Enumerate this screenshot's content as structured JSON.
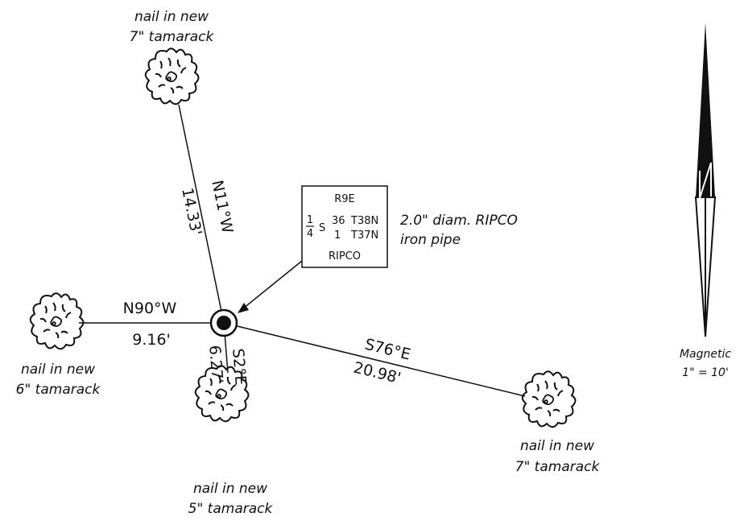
{
  "trees": {
    "top": {
      "line1": "nail in new",
      "line2": "7\" tamarack"
    },
    "left": {
      "line1": "nail in new",
      "line2": "6\" tamarack"
    },
    "bottom": {
      "line1": "nail in new",
      "line2": "5\" tamarack"
    },
    "right": {
      "line1": "nail in new",
      "line2": "7\" tamarack"
    }
  },
  "ties": {
    "north": {
      "bearing": "N11°W",
      "distance": "14.33'"
    },
    "west": {
      "bearing": "N90°W",
      "distance": "9.16'"
    },
    "south": {
      "bearing": "S2°E",
      "distance": "6.27'"
    },
    "east": {
      "bearing": "S76°E",
      "distance": "20.98'"
    }
  },
  "corner_box": {
    "range": "R9E",
    "frac_num": "1",
    "frac_den": "4",
    "s": "S",
    "sec_a": "36",
    "twp_a": "T38N",
    "sec_b": "1",
    "twp_b": "T37N",
    "maker": "RIPCO"
  },
  "monument": {
    "line1": "2.0\" diam. RIPCO",
    "line2": "iron pipe"
  },
  "north_arrow": {
    "label": "Magnetic",
    "scale": "1\" = 10'"
  }
}
